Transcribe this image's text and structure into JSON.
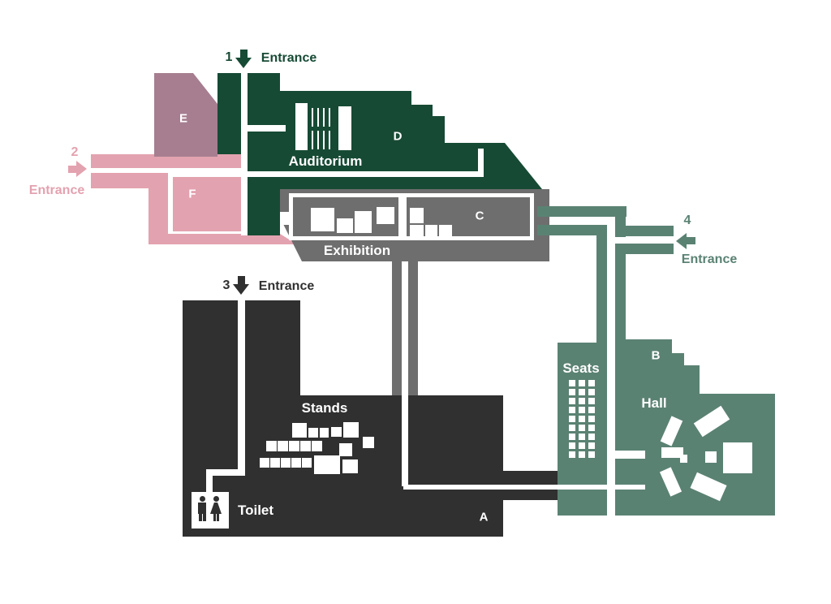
{
  "colors": {
    "dark_green": "#164a34",
    "sage_green": "#5a8273",
    "mauve": "#a67e90",
    "pink": "#e3a2af",
    "gray": "#6e6e6e",
    "charcoal": "#303030",
    "white": "#ffffff"
  },
  "entrances": {
    "e1": {
      "number": "1",
      "label": "Entrance",
      "direction": "down"
    },
    "e2": {
      "number": "2",
      "label": "Entrance",
      "direction": "right"
    },
    "e3": {
      "number": "3",
      "label": "Entrance",
      "direction": "down"
    },
    "e4": {
      "number": "4",
      "label": "Entrance",
      "direction": "left"
    }
  },
  "zones": {
    "a": "A",
    "b": "B",
    "c": "C",
    "d": "D",
    "e": "E",
    "f": "F"
  },
  "rooms": {
    "auditorium": "Auditorium",
    "exhibition": "Exhibition",
    "stands": "Stands",
    "toilet": "Toilet",
    "seats": "Seats",
    "hall": "Hall"
  },
  "seats_grid": {
    "rows": 9,
    "cols": 3
  }
}
